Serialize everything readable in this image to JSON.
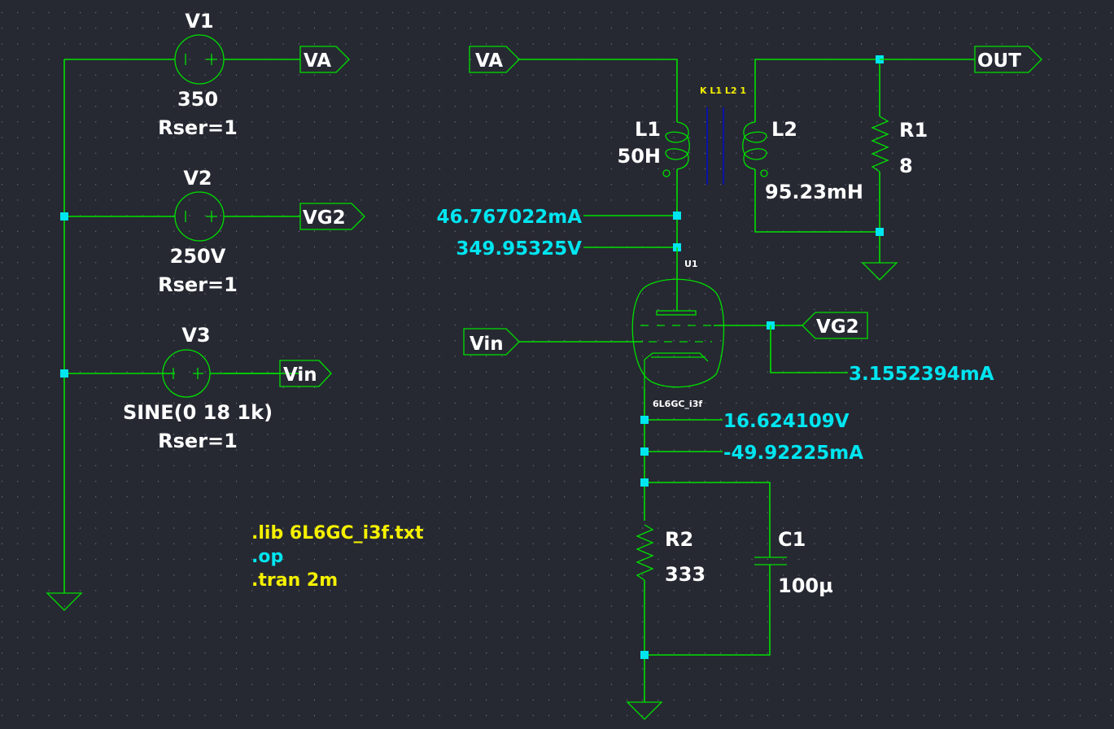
{
  "canvas": {
    "background": "#262932",
    "grid_dot_color": "#8a8f99",
    "wire_color": "#00e000",
    "junction_color": "#00e5f0",
    "text_color": "#ffffff",
    "measurement_color": "#00e5f0",
    "directive_color": "#f5f000",
    "core_color": "#0a12a8"
  },
  "sources": [
    {
      "name": "V1",
      "value": "350",
      "param": "Rser=1",
      "net": "VA"
    },
    {
      "name": "V2",
      "value": "250V",
      "param": "Rser=1",
      "net": "VG2"
    },
    {
      "name": "V3",
      "value": "SINE(0 18 1k)",
      "param": "Rser=1",
      "net": "Vin"
    }
  ],
  "net_labels": {
    "va_in": "VA",
    "out": "OUT",
    "vin_grid": "Vin",
    "vg2_screen": "VG2"
  },
  "components": {
    "L1": {
      "name": "L1",
      "value": "50H"
    },
    "L2": {
      "name": "L2",
      "value": "95.23mH"
    },
    "R1": {
      "name": "R1",
      "value": "8"
    },
    "R2": {
      "name": "R2",
      "value": "333"
    },
    "C1": {
      "name": "C1",
      "value": "100µ"
    },
    "U1": {
      "name": "U1",
      "model": "6L6GC_i3f"
    },
    "K": {
      "text": "K L1 L2 1"
    }
  },
  "measurements": {
    "plate_current": "46.767022mA",
    "plate_voltage": "349.95325V",
    "screen_current": "3.1552394mA",
    "cathode_voltage": "16.624109V",
    "cathode_current": "-49.92225mA"
  },
  "directives": [
    {
      "text": ".lib 6L6GC_i3f.txt",
      "color": "#f5f000"
    },
    {
      "text": ".op",
      "color": "#00e5f0"
    },
    {
      "text": ".tran 2m",
      "color": "#f5f000"
    }
  ]
}
